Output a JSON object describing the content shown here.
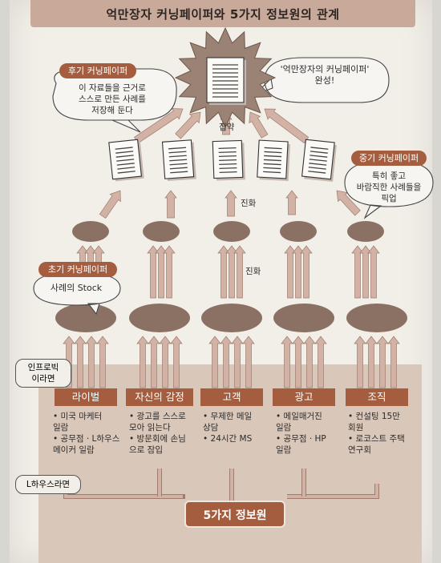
{
  "title": "억만장자 커닝페이퍼와 5가지 정보원의 관계",
  "colors": {
    "accent": "#a45d3e",
    "oval": "#8b7163",
    "band": "#d9c7ba",
    "arrow": "#d2b2a5",
    "arrow_stroke": "#9f7c6e"
  },
  "icons": {
    "document": "document-icon",
    "final_document": "starburst-document-icon"
  },
  "stages": {
    "later": {
      "tag": "후기 커닝페이퍼",
      "lines": [
        "이 자료들을 근거로",
        "스스로 만든 사례를",
        "저장해 둔다"
      ]
    },
    "final_note": {
      "lines": [
        "'억만장자의 커닝페이퍼'",
        "완성!"
      ]
    },
    "middle": {
      "tag": "중기 커닝페이퍼",
      "lines": [
        "특히 좋고",
        "바람직한 사례들을",
        "픽업"
      ]
    },
    "early": {
      "tag": "초기 커닝페이퍼",
      "lines": [
        "사례의 Stock"
      ]
    }
  },
  "flow_labels": {
    "aggregate": "집약",
    "evolve_upper": "진화",
    "evolve_lower": "진화"
  },
  "annotations": {
    "interior": {
      "lines": [
        "인프로빅",
        "이라면"
      ]
    },
    "l_house": "L하우스라면"
  },
  "categories": [
    {
      "label": "라이벌",
      "items": [
        "• 미국 마케터",
        "  일람",
        "• 공무점 · L하우스",
        "  메이커 일람"
      ]
    },
    {
      "label": "자신의 감정",
      "items": [
        "• 광고를 스스로",
        "  모아 읽는다",
        "• 방문회에 손님",
        "  으로 잠입"
      ]
    },
    {
      "label": "고객",
      "items": [
        "• 무제한 메일",
        "  상담",
        "• 24시간 MS"
      ]
    },
    {
      "label": "광고",
      "items": [
        "• 메일매거진",
        "  일람",
        "• 공무점 · HP",
        "  일람"
      ]
    },
    {
      "label": "조직",
      "items": [
        "• 컨설팅 15만",
        "  회원",
        "• 로코스트 주택",
        "  연구회"
      ]
    }
  ],
  "source": "5가지 정보원"
}
